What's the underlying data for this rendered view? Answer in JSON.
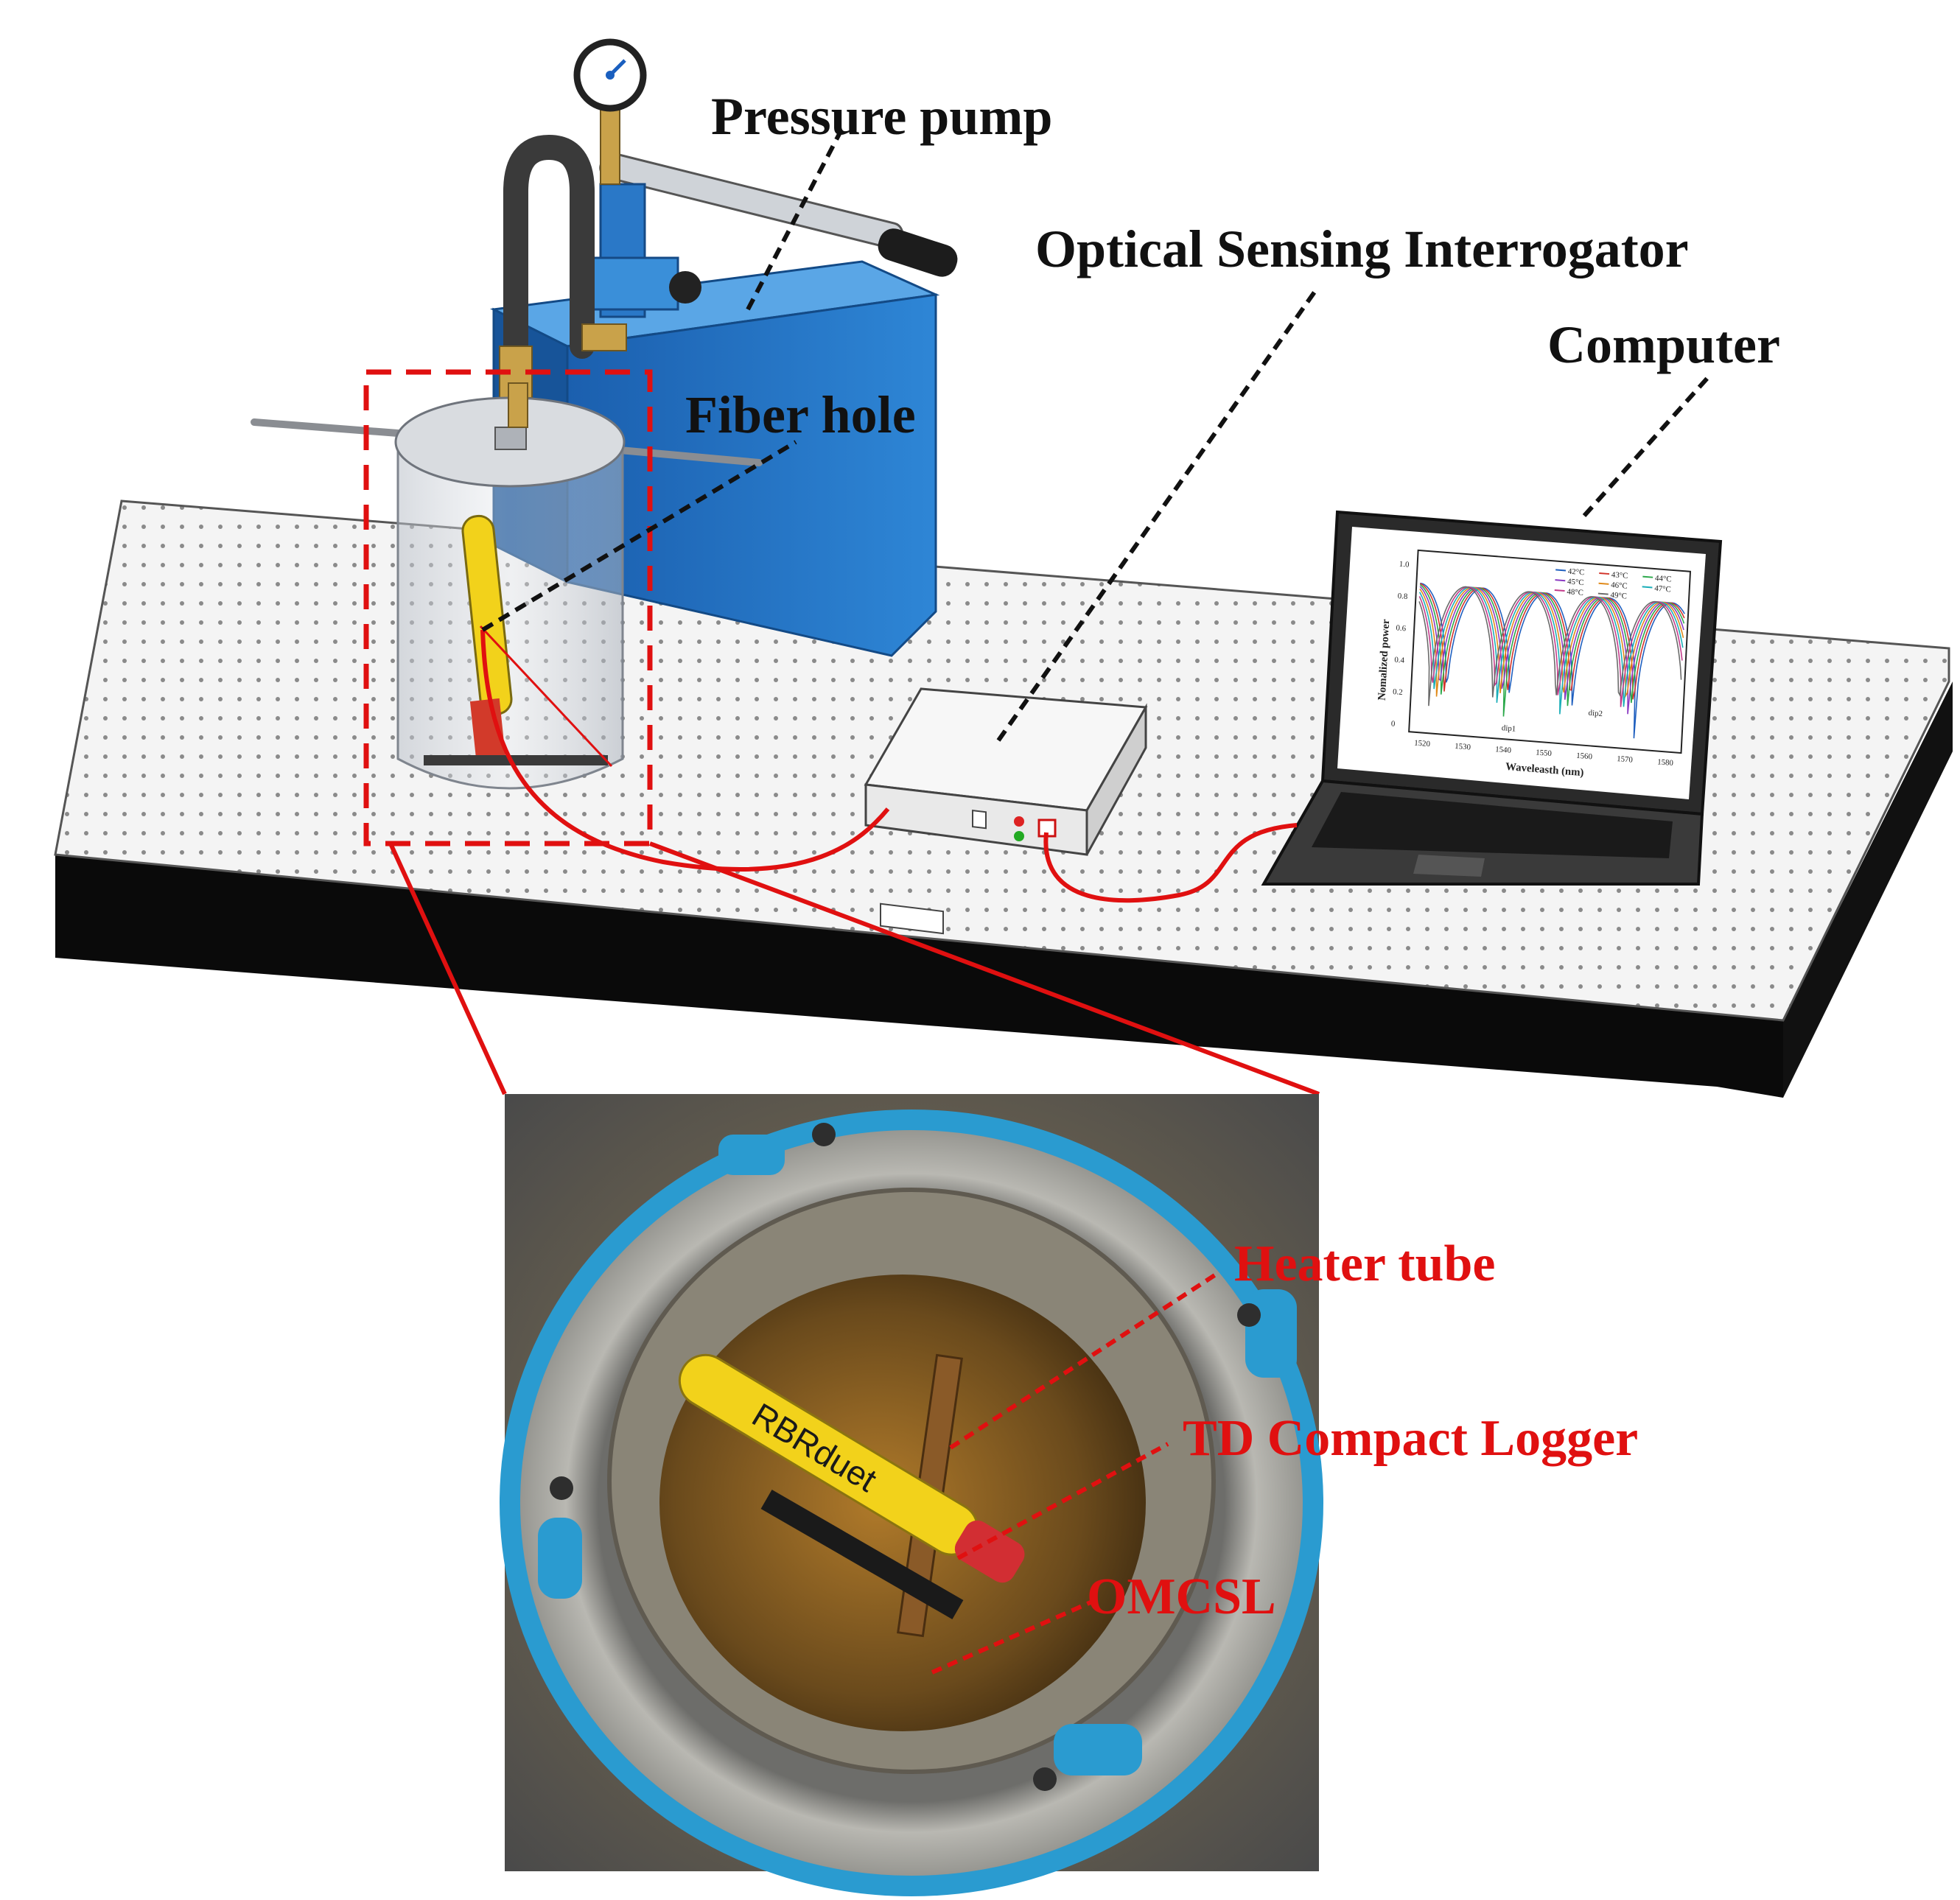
{
  "labels": {
    "pressure_pump": "Pressure pump",
    "interrogator": "Optical Sensing Interrogator",
    "computer": "Computer",
    "fiber_hole": "Fiber hole",
    "heater_tube": "Heater tube",
    "td_logger": "TD Compact Logger",
    "omcsl": "OMCSL"
  },
  "screen_plot": {
    "ylabel": "Nomalized power",
    "xlabel": "Waveleasth (nm)",
    "xticks": [
      "1520",
      "1530",
      "1540",
      "1550",
      "1560",
      "1570",
      "1580"
    ],
    "yticks": [
      "0",
      "0.2",
      "0.4",
      "0.6",
      "0.8",
      "1.0"
    ],
    "legend": [
      "42°C",
      "43°C",
      "44°C",
      "45°C",
      "46°C",
      "47°C",
      "48°C",
      "49°C"
    ],
    "dip1": "dip1",
    "dip2": "dip2"
  },
  "probe_text": "RBRduet",
  "colors": {
    "leader_red": "#e01010",
    "pump_blue": "#1f6fc4",
    "probe_yellow": "#f2d21b",
    "vessel_blue": "#2a9bd0"
  }
}
